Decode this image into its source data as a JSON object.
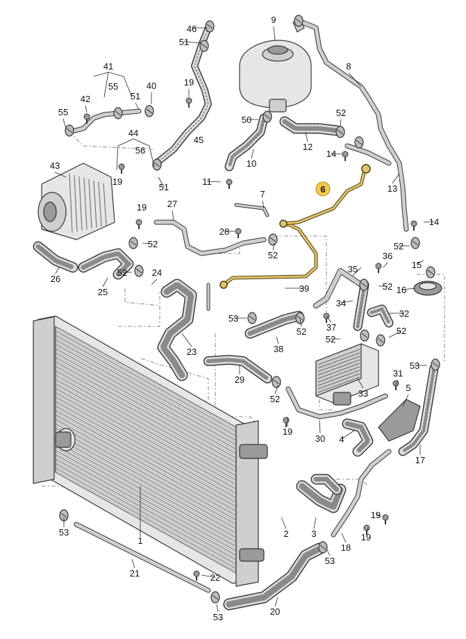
{
  "colors": {
    "line": "#222222",
    "part_fill": "#cfcfcf",
    "highlight_fill": "#f4c84a",
    "highlight_part": "#e2c56a"
  },
  "callouts": [
    {
      "id": "c1",
      "text": "1"
    },
    {
      "id": "c2",
      "text": "2"
    },
    {
      "id": "c3",
      "text": "3"
    },
    {
      "id": "c4",
      "text": "4"
    },
    {
      "id": "c5",
      "text": "5"
    },
    {
      "id": "c6",
      "text": "6",
      "highlighted": true
    },
    {
      "id": "c7",
      "text": "7"
    },
    {
      "id": "c8",
      "text": "8"
    },
    {
      "id": "c9",
      "text": "9"
    },
    {
      "id": "c10",
      "text": "10"
    },
    {
      "id": "c11",
      "text": "11"
    },
    {
      "id": "c12",
      "text": "12"
    },
    {
      "id": "c13",
      "text": "13"
    },
    {
      "id": "c14a",
      "text": "14"
    },
    {
      "id": "c14b",
      "text": "14"
    },
    {
      "id": "c15",
      "text": "15"
    },
    {
      "id": "c16",
      "text": "16"
    },
    {
      "id": "c17",
      "text": "17"
    },
    {
      "id": "c18",
      "text": "18"
    },
    {
      "id": "c19a",
      "text": "19"
    },
    {
      "id": "c19b",
      "text": "19"
    },
    {
      "id": "c19c",
      "text": "19"
    },
    {
      "id": "c19d",
      "text": "19"
    },
    {
      "id": "c19e",
      "text": "19"
    },
    {
      "id": "c19f",
      "text": "19"
    },
    {
      "id": "c20",
      "text": "20"
    },
    {
      "id": "c21",
      "text": "21"
    },
    {
      "id": "c22",
      "text": "22"
    },
    {
      "id": "c23",
      "text": "23"
    },
    {
      "id": "c24",
      "text": "24"
    },
    {
      "id": "c25",
      "text": "25"
    },
    {
      "id": "c26",
      "text": "26"
    },
    {
      "id": "c27",
      "text": "27"
    },
    {
      "id": "c28",
      "text": "28"
    },
    {
      "id": "c29",
      "text": "29"
    },
    {
      "id": "c30",
      "text": "30"
    },
    {
      "id": "c31",
      "text": "31"
    },
    {
      "id": "c32",
      "text": "32"
    },
    {
      "id": "c33",
      "text": "33"
    },
    {
      "id": "c34",
      "text": "34"
    },
    {
      "id": "c35",
      "text": "35"
    },
    {
      "id": "c36",
      "text": "36"
    },
    {
      "id": "c37",
      "text": "37"
    },
    {
      "id": "c38",
      "text": "38"
    },
    {
      "id": "c39",
      "text": "39"
    },
    {
      "id": "c40",
      "text": "40"
    },
    {
      "id": "c41",
      "text": "41"
    },
    {
      "id": "c42",
      "text": "42"
    },
    {
      "id": "c43",
      "text": "43"
    },
    {
      "id": "c44",
      "text": "44"
    },
    {
      "id": "c45",
      "text": "45"
    },
    {
      "id": "c46",
      "text": "46"
    },
    {
      "id": "c50",
      "text": "50"
    },
    {
      "id": "c51a",
      "text": "51"
    },
    {
      "id": "c51b",
      "text": "51"
    },
    {
      "id": "c51c",
      "text": "51"
    },
    {
      "id": "c52a",
      "text": "52"
    },
    {
      "id": "c52b",
      "text": "52"
    },
    {
      "id": "c52c",
      "text": "52"
    },
    {
      "id": "c52d",
      "text": "52"
    },
    {
      "id": "c52e",
      "text": "52"
    },
    {
      "id": "c52f",
      "text": "52"
    },
    {
      "id": "c52g",
      "text": "52"
    },
    {
      "id": "c52h",
      "text": "52"
    },
    {
      "id": "c52i",
      "text": "52"
    },
    {
      "id": "c52j",
      "text": "52"
    },
    {
      "id": "c53a",
      "text": "53"
    },
    {
      "id": "c53b",
      "text": "53"
    },
    {
      "id": "c53c",
      "text": "53"
    },
    {
      "id": "c53d",
      "text": "53"
    },
    {
      "id": "c53e",
      "text": "53"
    },
    {
      "id": "c55a",
      "text": "55"
    },
    {
      "id": "c55b",
      "text": "55"
    },
    {
      "id": "c56",
      "text": "56"
    }
  ]
}
